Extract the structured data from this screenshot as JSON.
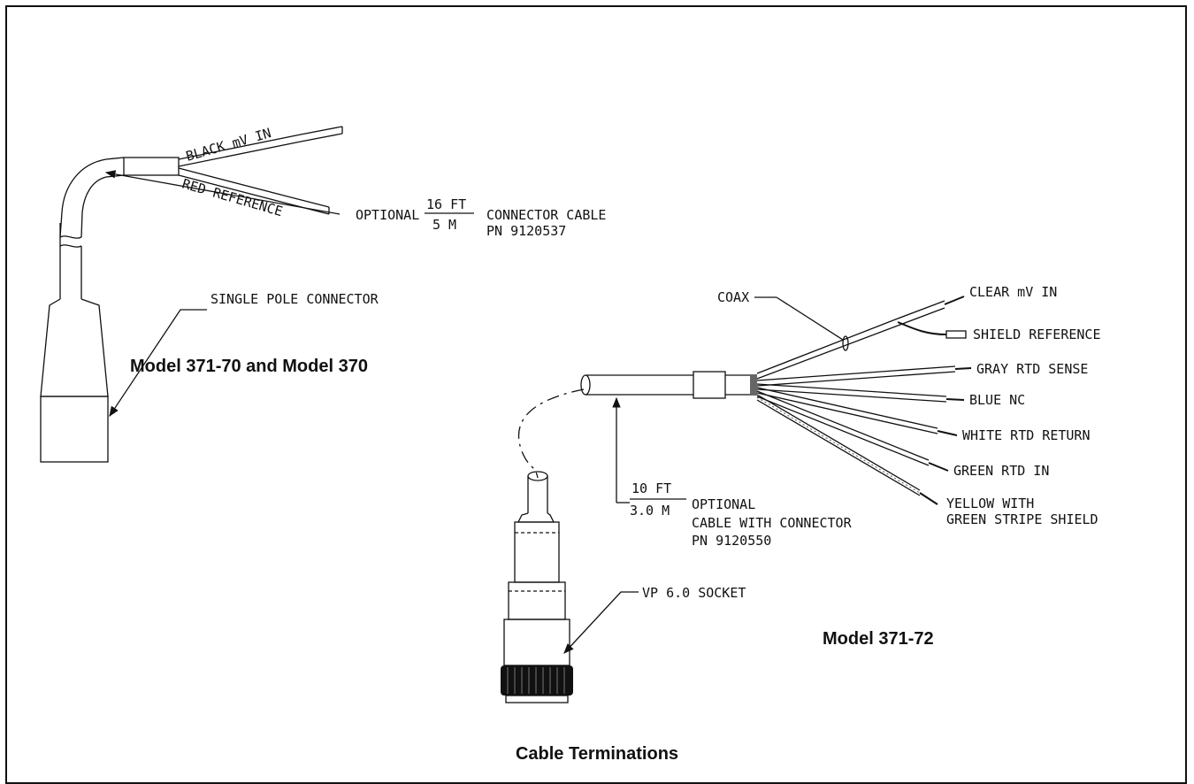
{
  "left_assembly": {
    "wire_black": "BLACK mV IN",
    "wire_red": "RED REFERENCE",
    "cable_prefix": "OPTIONAL",
    "cable_len_ft": "16 FT",
    "cable_len_m": "5 M",
    "cable_name": "CONNECTOR CABLE",
    "cable_pn": "PN 9120537",
    "connector": "SINGLE POLE CONNECTOR",
    "caption": "Model 371-70 and Model 370"
  },
  "right_assembly": {
    "coax": "COAX",
    "wires": [
      "CLEAR mV IN",
      "SHIELD REFERENCE",
      "GRAY RTD SENSE",
      "BLUE NC",
      "WHITE RTD RETURN",
      "GREEN RTD IN",
      "YELLOW WITH",
      "GREEN STRIPE SHIELD"
    ],
    "cable_len_ft": "10 FT",
    "cable_len_m": "3.0 M",
    "cable_prefix": "OPTIONAL",
    "cable_name": "CABLE WITH CONNECTOR",
    "cable_pn": "PN 9120550",
    "socket": "VP 6.0 SOCKET",
    "caption": "Model 371-72"
  },
  "figure_caption": "Cable Terminations"
}
